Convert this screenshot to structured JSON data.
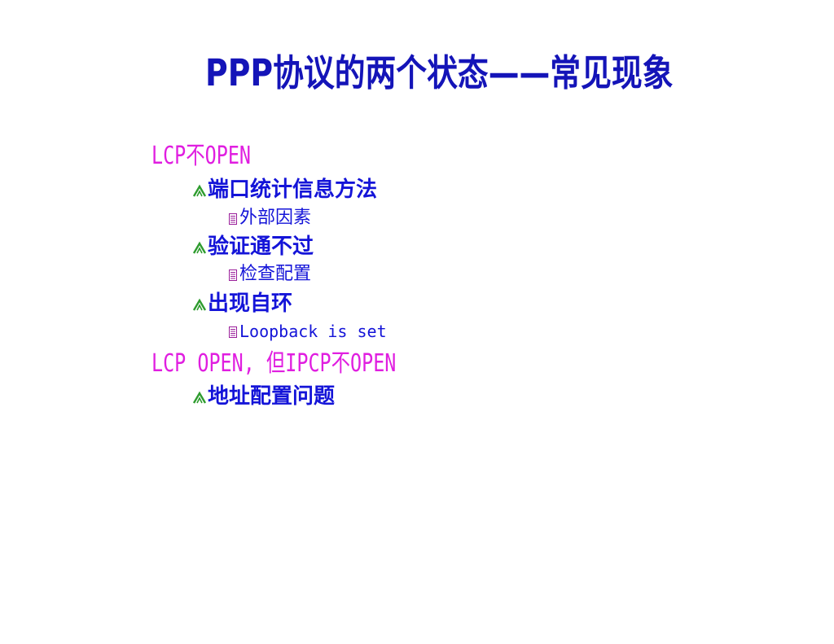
{
  "slide": {
    "title": "PPP协议的两个状态——常见现象",
    "outline": [
      {
        "label": "LCP不OPEN",
        "children": [
          {
            "label": "端口统计信息方法",
            "children": [
              {
                "label": "外部因素"
              }
            ]
          },
          {
            "label": "验证通不过",
            "children": [
              {
                "label": "检查配置"
              }
            ]
          },
          {
            "label": "出现自环",
            "children": [
              {
                "label": "Loopback is set"
              }
            ]
          }
        ]
      },
      {
        "label": "LCP OPEN, 但IPCP不OPEN",
        "children": [
          {
            "label": "地址配置问题"
          }
        ]
      }
    ]
  },
  "icons": {
    "level2_bullet": "green-caret-icon",
    "level3_bullet": "lined-square-icon"
  },
  "colors": {
    "title": "#1414b8",
    "level1": "#e01ee0",
    "level2": "#1414d8",
    "level3": "#1414d8",
    "level2_bullet": "#2e9c2e",
    "level3_bullet": "#9a1e9a"
  }
}
